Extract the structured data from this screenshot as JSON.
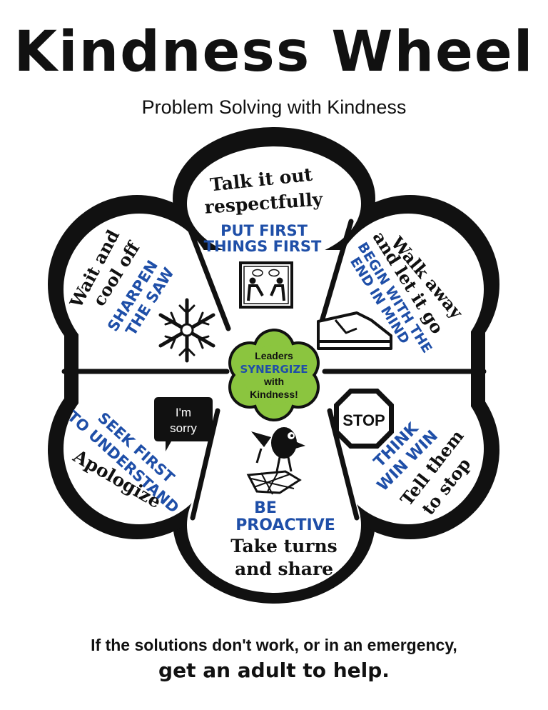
{
  "title": "Kindness Wheel",
  "subtitle": "Problem Solving with Kindness",
  "center": {
    "line1": "Leaders",
    "line2": "SYNERGIZE",
    "line3": "with",
    "line4": "Kindness!",
    "color": "#8bc53f"
  },
  "petals": {
    "top": {
      "solution_1": "Talk it out",
      "solution_2": "respectfully",
      "habit_1": "PUT FIRST",
      "habit_2": "THINGS FIRST"
    },
    "top_right": {
      "solution_1": "Walk away",
      "solution_2": "and let it go",
      "habit_1": "BEGIN WITH THE",
      "habit_2": "END IN MIND"
    },
    "bottom_right": {
      "sign_text": "STOP",
      "habit_1": "THINK",
      "habit_2": "WIN WIN",
      "solution_1": "Tell them",
      "solution_2": "to stop"
    },
    "bottom": {
      "habit_1": "BE",
      "habit_2": "PROACTIVE",
      "solution_1": "Take turns",
      "solution_2": "and share"
    },
    "bottom_left": {
      "bubble_1": "I'm",
      "bubble_2": "sorry",
      "habit_1": "SEEK FIRST",
      "habit_2": "TO UNDERSTAND",
      "solution_1": "Apologize"
    },
    "top_left": {
      "solution_1": "Wait and",
      "solution_2": "cool off",
      "habit_1": "SHARPEN",
      "habit_2": "THE SAW"
    }
  },
  "footer": {
    "line1": "If the solutions don't work, or in an emergency,",
    "line2": "get an adult to help."
  },
  "colors": {
    "habit_text": "#1f4fa8",
    "outline": "#111111"
  }
}
